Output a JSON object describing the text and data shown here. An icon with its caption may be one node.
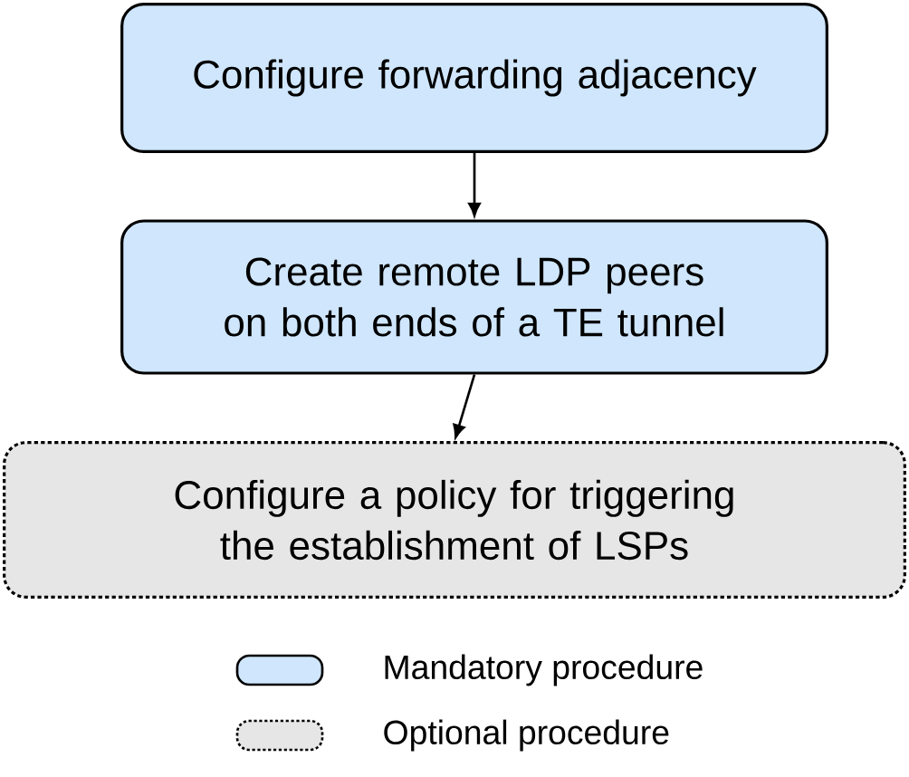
{
  "diagram": {
    "nodes": [
      {
        "text": [
          "Configure forwarding adjacency"
        ]
      },
      {
        "text": [
          "Create remote LDP peers on both ends of a TE tunnel"
        ]
      },
      {
        "text": [
          "Configure a policy for triggering the establishment of LSPs"
        ]
      }
    ],
    "edges": [
      {
        "from": 0,
        "to": 1,
        "arrow": "to"
      },
      {
        "from": 1,
        "to": 2,
        "arrow": "to"
      }
    ],
    "legend": [
      {
        "text": "Mandatory procedure",
        "color": "#cfe6fc"
      },
      {
        "text": "Optional procedure",
        "color": "#e6e6e6"
      }
    ]
  }
}
